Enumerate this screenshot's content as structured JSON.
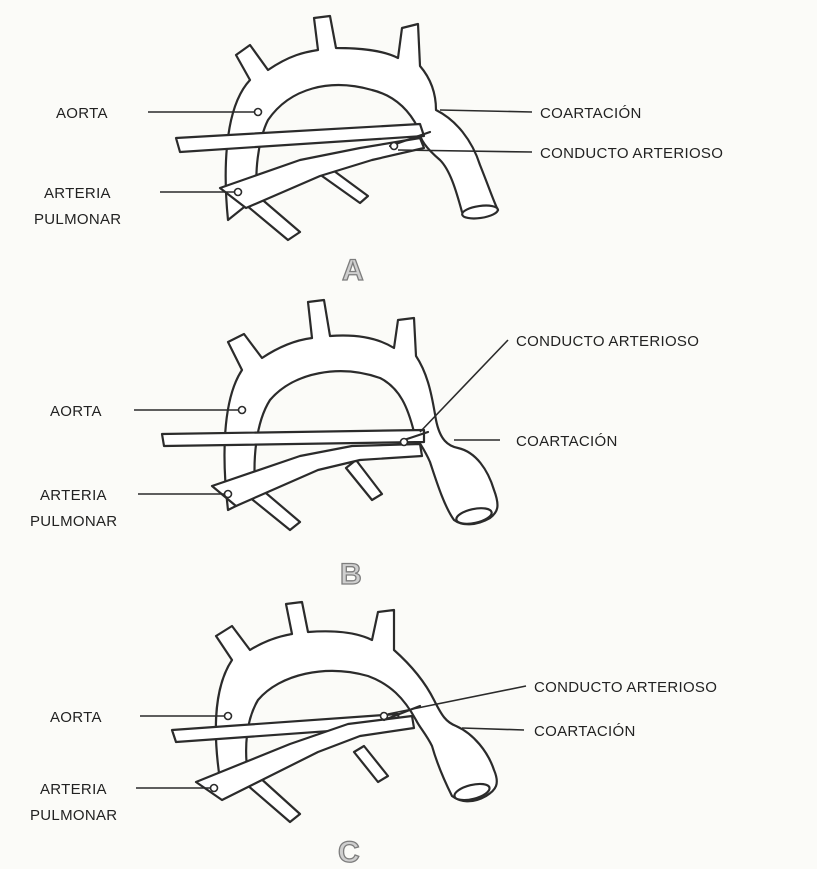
{
  "panels": [
    {
      "letter": "A",
      "labels": {
        "aorta": "AORTA",
        "arteria_line1": "ARTERIA",
        "arteria_line2": "PULMONAR",
        "coartacion": "COARTACIÓN",
        "conducto": "CONDUCTO ARTERIOSO"
      }
    },
    {
      "letter": "B",
      "labels": {
        "aorta": "AORTA",
        "arteria_line1": "ARTERIA",
        "arteria_line2": "PULMONAR",
        "coartacion": "COARTACIÓN",
        "conducto": "CONDUCTO ARTERIOSO"
      }
    },
    {
      "letter": "C",
      "labels": {
        "aorta": "AORTA",
        "arteria_line1": "ARTERIA",
        "arteria_line2": "PULMONAR",
        "coartacion": "COARTACIÓN",
        "conducto": "CONDUCTO ARTERIOSO"
      }
    }
  ]
}
